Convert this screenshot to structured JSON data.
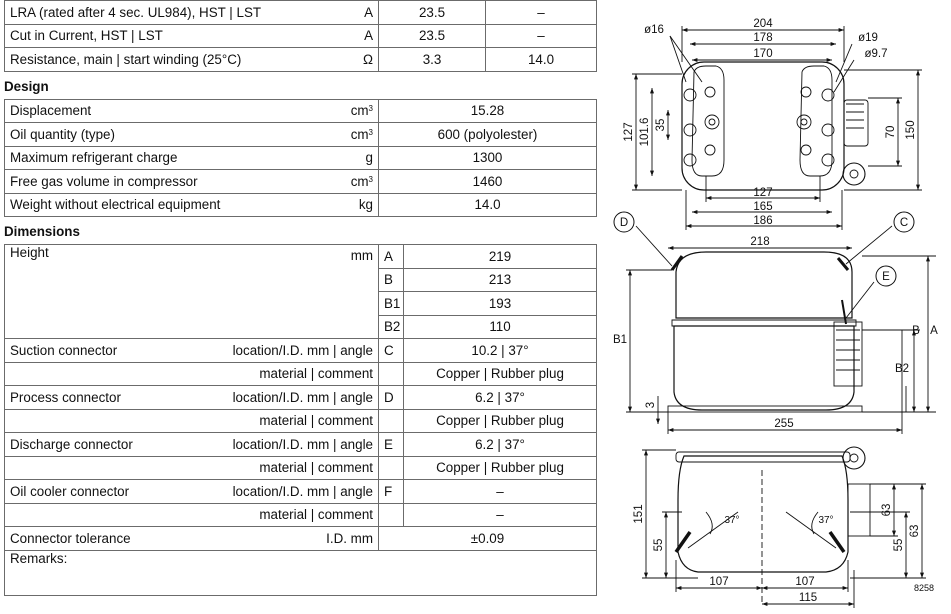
{
  "electrical": [
    {
      "label": "LRA (rated after 4 sec. UL984), HST | LST",
      "unit": "A",
      "v1": "23.5",
      "v2": "–"
    },
    {
      "label": "Cut in Current, HST | LST",
      "unit": "A",
      "v1": "23.5",
      "v2": "–"
    },
    {
      "label": "Resistance, main | start winding (25°C)",
      "unit": "Ω",
      "v1": "3.3",
      "v2": "14.0"
    }
  ],
  "design": {
    "title": "Design",
    "rows": [
      {
        "label": "Displacement",
        "unit": "cm",
        "sup": "3",
        "value": "15.28"
      },
      {
        "label": "Oil quantity (type)",
        "unit": "cm",
        "sup": "3",
        "value": "600 (polyolester)"
      },
      {
        "label": "Maximum refrigerant charge",
        "unit": "g",
        "sup": "",
        "value": "1300"
      },
      {
        "label": "Free gas volume in compressor",
        "unit": "cm",
        "sup": "3",
        "value": "1460"
      },
      {
        "label": "Weight without electrical equipment",
        "unit": "kg",
        "sup": "",
        "value": "14.0"
      }
    ]
  },
  "dimensions": {
    "title": "Dimensions",
    "height": {
      "label": "Height",
      "unit": "mm",
      "rows": [
        {
          "code": "A",
          "value": "219"
        },
        {
          "code": "B",
          "value": "213"
        },
        {
          "code": "B1",
          "value": "193"
        },
        {
          "code": "B2",
          "value": "110"
        }
      ]
    },
    "connectors": [
      {
        "label": "Suction connector",
        "unit1": "location/I.D. mm | angle",
        "code": "C",
        "value1": "10.2 | 37°",
        "unit2": "material | comment",
        "value2": "Copper | Rubber plug"
      },
      {
        "label": "Process connector",
        "unit1": "location/I.D. mm | angle",
        "code": "D",
        "value1": "6.2 | 37°",
        "unit2": "material | comment",
        "value2": "Copper | Rubber plug"
      },
      {
        "label": "Discharge connector",
        "unit1": "location/I.D. mm | angle",
        "code": "E",
        "value1": "6.2 | 37°",
        "unit2": "material | comment",
        "value2": "Copper | Rubber plug"
      },
      {
        "label": "Oil cooler connector",
        "unit1": "location/I.D. mm | angle",
        "code": "F",
        "value1": "–",
        "unit2": "material | comment",
        "value2": "–"
      }
    ],
    "tolerance": {
      "label": "Connector tolerance",
      "unit": "I.D. mm",
      "value": "±0.09"
    },
    "remarks": "Remarks:"
  },
  "drawing": {
    "top": {
      "w204": "204",
      "w178": "178",
      "w170": "170",
      "d16": "ø16",
      "d19": "ø19",
      "d97": "ø9.7",
      "h127": "127",
      "h1016": "101.6",
      "h35": "35",
      "h70": "70",
      "h150": "150",
      "b127": "127",
      "b165": "165",
      "b186": "186"
    },
    "side": {
      "w218": "218",
      "w255": "255",
      "lC": "C",
      "lD": "D",
      "lE": "E",
      "lB": "B",
      "lA": "A",
      "lB1": "B1",
      "lB2": "B2",
      "h3": "3"
    },
    "bottom": {
      "h151": "151",
      "h55l": "55",
      "h63": "63",
      "h55r": "55",
      "h63r": "63",
      "a37l": "37°",
      "a37r": "37°",
      "w107l": "107",
      "w107r": "107",
      "w115": "115",
      "id": "8258"
    }
  }
}
